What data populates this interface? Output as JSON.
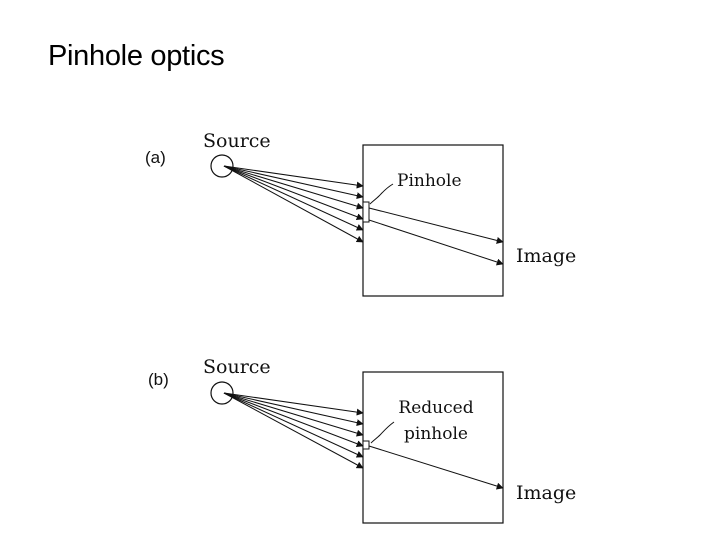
{
  "title": "Pinhole optics",
  "panels": [
    {
      "label": "(a)",
      "source_label": "Source",
      "pinhole_label_lines": [
        "Pinhole"
      ],
      "image_label": "Image"
    },
    {
      "label": "(b)",
      "source_label": "Source",
      "pinhole_label_lines": [
        "Reduced",
        "pinhole"
      ],
      "image_label": "Image"
    }
  ]
}
